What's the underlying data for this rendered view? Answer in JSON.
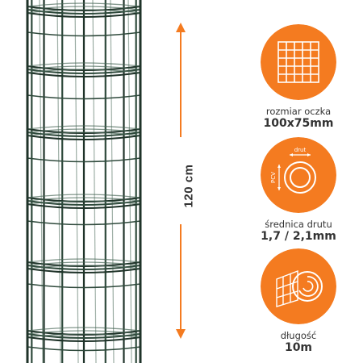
{
  "colors": {
    "accent": "#F47B20",
    "wire": "#2F4A3C",
    "wire_dark": "#1F3329",
    "text": "#333333"
  },
  "dimension": {
    "height_label": "120 cm"
  },
  "specs": [
    {
      "icon": "mesh-grid-icon",
      "label": "rozmiar oczka",
      "value": "100x75mm"
    },
    {
      "icon": "wire-cross-section-icon",
      "label": "średnica drutu",
      "value": "1,7 / 2,1mm",
      "icon_text_top": "drut",
      "icon_text_side": "PCV"
    },
    {
      "icon": "fence-roll-icon",
      "label": "długość",
      "value": "10m"
    }
  ]
}
